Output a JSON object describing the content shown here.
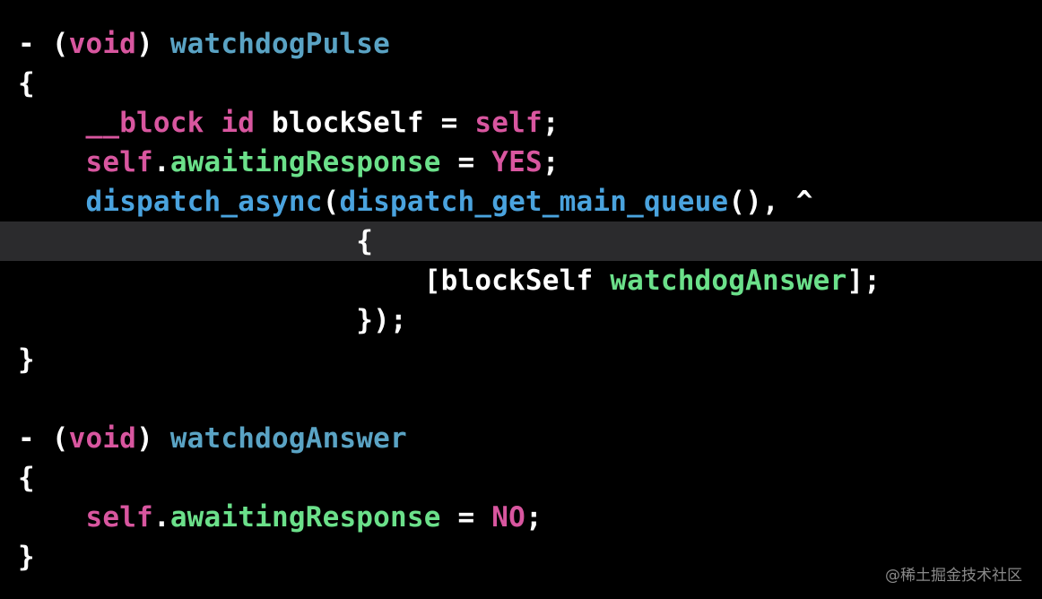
{
  "colors": {
    "background": "#000000",
    "current_line": "#2b2b2d",
    "plain": "#ffffff",
    "keyword": "#d8569f",
    "method_declaration": "#5aa3c4",
    "method_call": "#6be08a",
    "function": "#4aa3de",
    "watermark": "#8a8a8a"
  },
  "code_lines": [
    [
      {
        "t": "- (",
        "c": "plain"
      },
      {
        "t": "void",
        "c": "keyword"
      },
      {
        "t": ") ",
        "c": "plain"
      },
      {
        "t": "watchdogPulse",
        "c": "method-decl"
      }
    ],
    [
      {
        "t": "{",
        "c": "plain"
      }
    ],
    [
      {
        "t": "    ",
        "c": "plain"
      },
      {
        "t": "__block",
        "c": "keyword"
      },
      {
        "t": " ",
        "c": "plain"
      },
      {
        "t": "id",
        "c": "keyword"
      },
      {
        "t": " blockSelf = ",
        "c": "plain"
      },
      {
        "t": "self",
        "c": "keyword"
      },
      {
        "t": ";",
        "c": "plain"
      }
    ],
    [
      {
        "t": "    ",
        "c": "plain"
      },
      {
        "t": "self",
        "c": "keyword"
      },
      {
        "t": ".",
        "c": "plain"
      },
      {
        "t": "awaitingResponse",
        "c": "method-call"
      },
      {
        "t": " = ",
        "c": "plain"
      },
      {
        "t": "YES",
        "c": "keyword"
      },
      {
        "t": ";",
        "c": "plain"
      }
    ],
    [
      {
        "t": "    ",
        "c": "plain"
      },
      {
        "t": "dispatch_async",
        "c": "func"
      },
      {
        "t": "(",
        "c": "plain"
      },
      {
        "t": "dispatch_get_main_queue",
        "c": "func"
      },
      {
        "t": "(), ^",
        "c": "plain"
      }
    ],
    [
      {
        "t": "                    {",
        "c": "plain"
      }
    ],
    [
      {
        "t": "                        [blockSelf ",
        "c": "plain"
      },
      {
        "t": "watchdogAnswer",
        "c": "method-call"
      },
      {
        "t": "];",
        "c": "plain"
      }
    ],
    [
      {
        "t": "                    });",
        "c": "plain"
      }
    ],
    [
      {
        "t": "}",
        "c": "plain"
      }
    ],
    [],
    [
      {
        "t": "- (",
        "c": "plain"
      },
      {
        "t": "void",
        "c": "keyword"
      },
      {
        "t": ") ",
        "c": "plain"
      },
      {
        "t": "watchdogAnswer",
        "c": "method-decl"
      }
    ],
    [
      {
        "t": "{",
        "c": "plain"
      }
    ],
    [
      {
        "t": "    ",
        "c": "plain"
      },
      {
        "t": "self",
        "c": "keyword"
      },
      {
        "t": ".",
        "c": "plain"
      },
      {
        "t": "awaitingResponse",
        "c": "method-call"
      },
      {
        "t": " = ",
        "c": "plain"
      },
      {
        "t": "NO",
        "c": "keyword"
      },
      {
        "t": ";",
        "c": "plain"
      }
    ],
    [
      {
        "t": "}",
        "c": "plain"
      }
    ]
  ],
  "current_line_index": 5,
  "watermark": "@稀土掘金技术社区"
}
